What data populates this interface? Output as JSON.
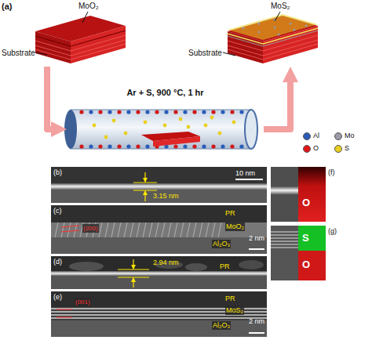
{
  "diagram": {
    "nodes": [
      {
        "text": [
          "MoO₂",
          "Substrate"
        ]
      },
      {
        "text": [
          "Ar + S, 900 °C, 1 hr"
        ]
      },
      {
        "text": [
          "MoS₂",
          "Substrate"
        ]
      },
      {
        "text": [
          "(b)",
          "10 nm",
          "3.15 nm"
        ]
      },
      {
        "text": [
          "(c)",
          "PR",
          "MoO₂",
          "(200)",
          "Al₂O₃",
          "2 nm"
        ]
      },
      {
        "text": [
          "(d)",
          "2.94 nm",
          "PR"
        ]
      },
      {
        "text": [
          "(e)",
          "(001)",
          "PR",
          "MoS₂",
          "Al₂O₃",
          "2 nm"
        ]
      },
      {
        "text": [
          "(f)",
          "O"
        ]
      },
      {
        "text": [
          "(g)",
          "S",
          "O"
        ]
      }
    ],
    "edges": [
      {
        "from": 0,
        "to": 1,
        "arrow": "to"
      },
      {
        "from": 1,
        "to": 2,
        "arrow": "to"
      }
    ],
    "labels": [
      "(a)"
    ],
    "legend": [
      {
        "text": "Al",
        "color": "#2a5cb8"
      },
      {
        "text": "Mo",
        "color": "#9a9aa8"
      },
      {
        "text": "O",
        "color": "#e01818"
      },
      {
        "text": "S",
        "color": "#e8d020"
      }
    ]
  }
}
